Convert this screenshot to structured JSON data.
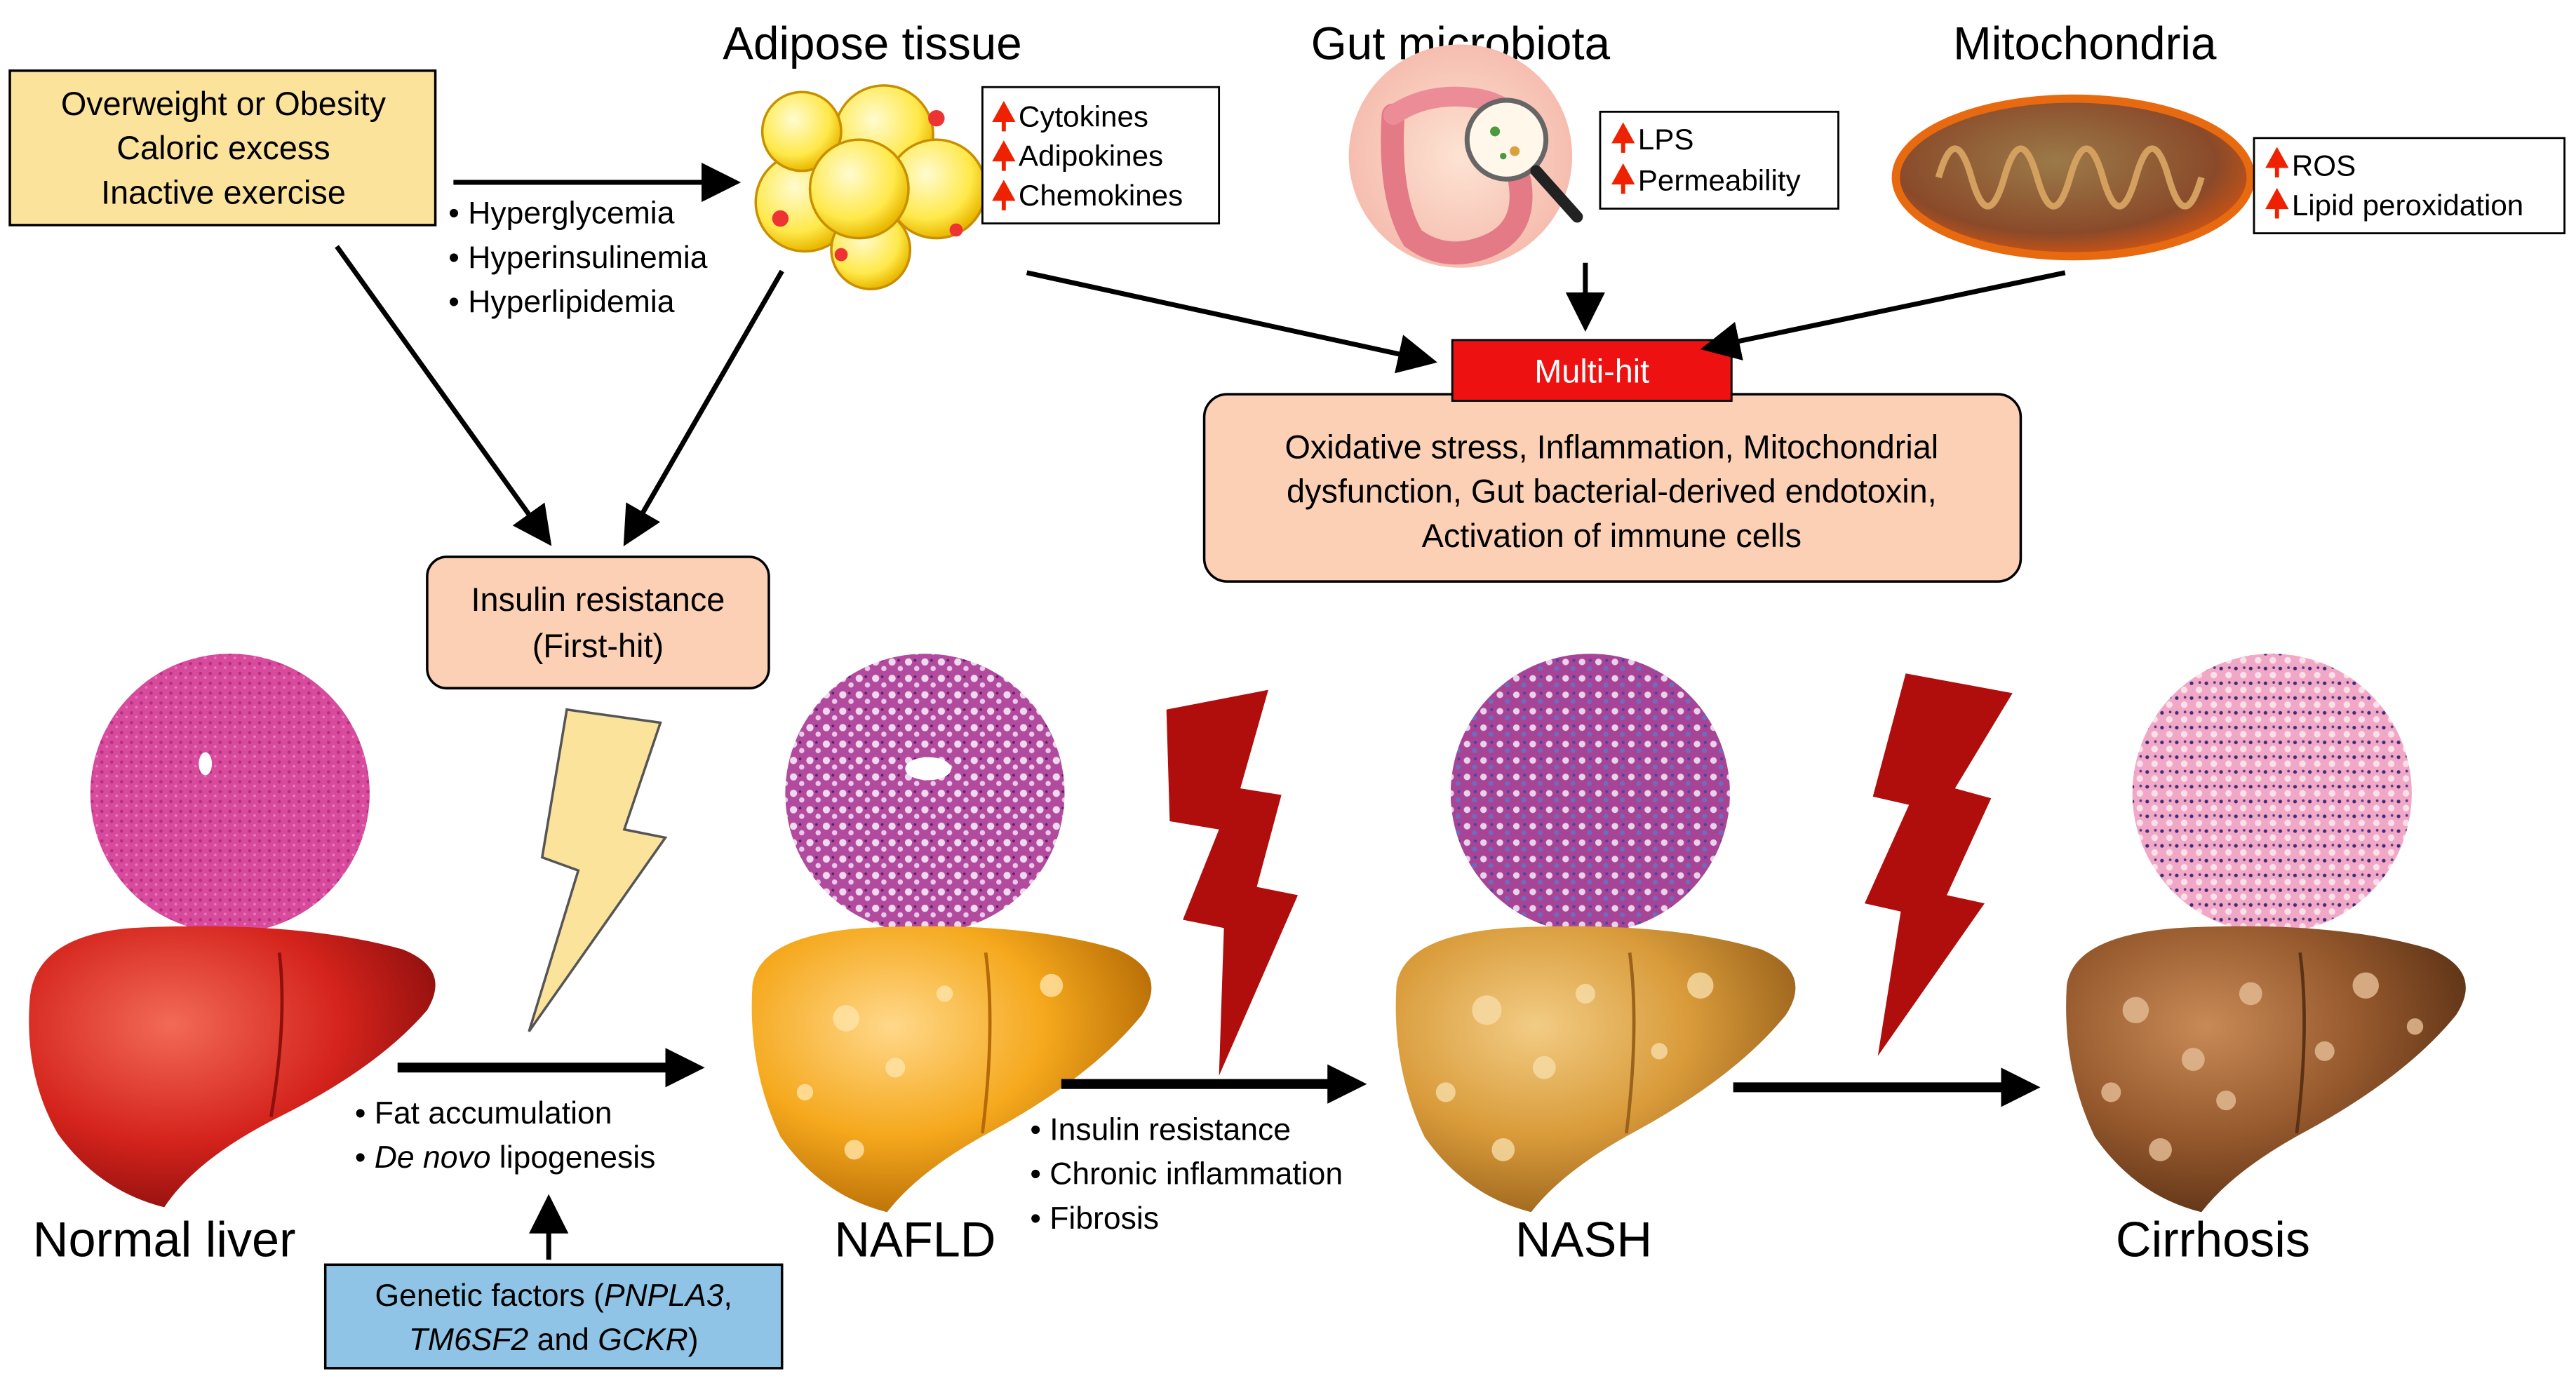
{
  "headers": {
    "adipose": "Adipose tissue",
    "gut": "Gut microbiota",
    "mito": "Mitochondria"
  },
  "risk_box": {
    "lines": [
      "Overweight or Obesity",
      "Caloric excess",
      "Inactive exercise"
    ],
    "color": "#fbe39b"
  },
  "metabolic_list": [
    "• Hyperglycemia",
    "• Hyperinsulinemia",
    "• Hyperlipidemia"
  ],
  "adipose_markers": [
    "Cytokines",
    "Adipokines",
    "Chemokines"
  ],
  "gut_markers": [
    "LPS",
    "Permeability"
  ],
  "mito_markers": [
    "ROS",
    "Lipid peroxidation"
  ],
  "multi_hit": {
    "label": "Multi-hit",
    "color": "#ee1111",
    "details": [
      "Oxidative stress, Inflammation, Mitochondrial",
      "dysfunction, Gut bacterial-derived endotoxin,",
      "Activation of immune cells"
    ],
    "box_color": "#fbd0b5"
  },
  "insulin_box": {
    "line1": "Insulin resistance",
    "line2": "(First-hit)"
  },
  "stages": [
    "Normal liver",
    "NAFLD",
    "NASH",
    "Cirrhosis"
  ],
  "transition1": {
    "item1": "Fat accumulation",
    "item2_italic": "De novo",
    "item2_rest": " lipogenesis"
  },
  "transition2": [
    "• Insulin resistance",
    "• Chronic inflammation",
    "• Fibrosis"
  ],
  "genetic_box": {
    "prefix": "Genetic factors (",
    "gene1": "PNPLA3",
    "comma": ",",
    "gene2": "TM6SF2",
    "and": " and ",
    "gene3": "GCKR",
    "suffix": ")",
    "color": "#8fc4e6"
  },
  "colors": {
    "up_arrow": "#ee2200",
    "first_hit_bolt": "#fbe39b",
    "multi_hit_bolt": "#b00d0d"
  }
}
